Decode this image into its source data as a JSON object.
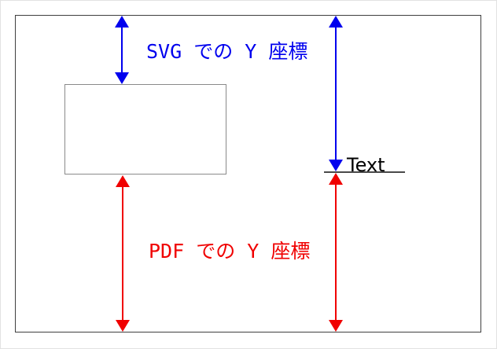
{
  "diagram": {
    "labels": {
      "svg_y_coordinate": {
        "text": "SVG での Y 座標",
        "color": "#0000ee"
      },
      "pdf_y_coordinate": {
        "text": "PDF での Y 座標",
        "color": "#f00000"
      },
      "text_sample": {
        "text": "Text",
        "color": "#000000"
      }
    },
    "colors": {
      "svg_arrow": "#0000ee",
      "pdf_arrow": "#f00000",
      "frame": "#3f3f3f",
      "rectangle_border": "#8a8a8a"
    }
  }
}
